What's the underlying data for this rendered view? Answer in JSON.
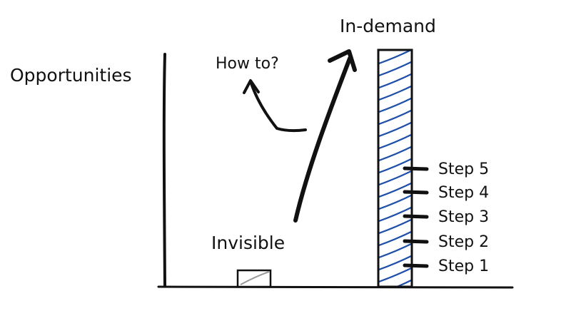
{
  "labels": {
    "y_axis": "Opportunities",
    "tall_bar": "In-demand",
    "small_bar": "Invisible",
    "question": "How to?"
  },
  "steps": [
    "Step 5",
    "Step 4",
    "Step 3",
    "Step 2",
    "Step 1"
  ],
  "colors": {
    "ink": "#111111",
    "hatch": "#1f4fa8",
    "small_hatch": "#999999"
  }
}
